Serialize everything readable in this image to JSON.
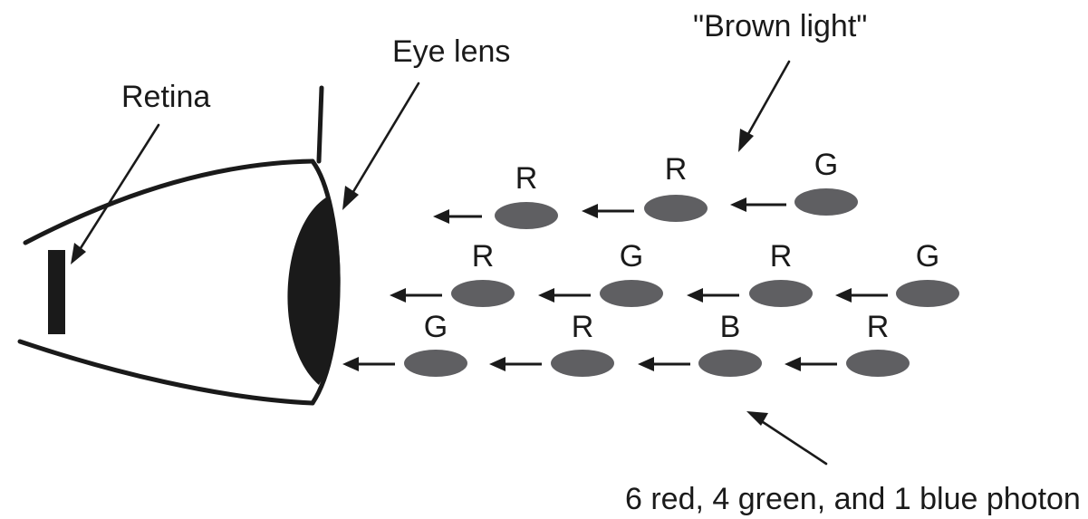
{
  "labels": {
    "retina": "Retina",
    "eye_lens": "Eye lens",
    "brown_light": "\"Brown light\"",
    "photon_count": "6 red, 4 green, and 1 blue photon"
  },
  "photon_rows": [
    [
      "R",
      "R",
      "G"
    ],
    [
      "R",
      "G",
      "R",
      "G"
    ],
    [
      "G",
      "R",
      "B",
      "R"
    ]
  ],
  "colors": {
    "photon": "#5f5f62",
    "ink": "#1a1a1a",
    "background": "#ffffff"
  }
}
